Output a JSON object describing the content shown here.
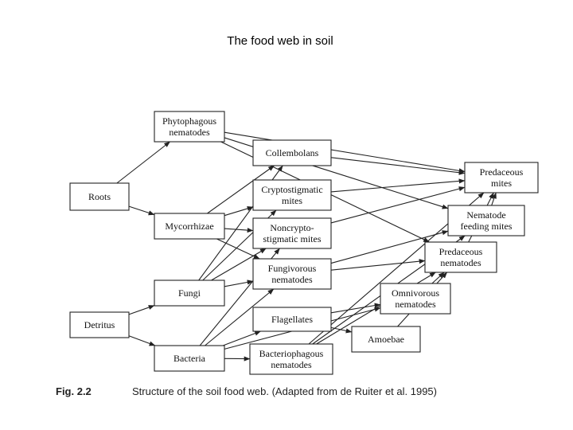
{
  "title": "The food web in soil",
  "nodes": {
    "roots": [
      "Roots"
    ],
    "detritus": [
      "Detritus"
    ],
    "phytophagous": [
      "Phytophagous",
      "nematodes"
    ],
    "mycorrhizae": [
      "Mycorrhizae"
    ],
    "fungi": [
      "Fungi"
    ],
    "bacteria": [
      "Bacteria"
    ],
    "collembolans": [
      "Collembolans"
    ],
    "crypto": [
      "Cryptostigmatic",
      "mites"
    ],
    "noncrypto": [
      "Noncrypto-",
      "stigmatic mites"
    ],
    "fungivorous": [
      "Fungivorous",
      "nematodes"
    ],
    "flagellates": [
      "Flagellates"
    ],
    "bacteriophagous": [
      "Bacteriophagous",
      "nematodes"
    ],
    "amoebae": [
      "Amoebae"
    ],
    "omnivorous": [
      "Omnivorous",
      "nematodes"
    ],
    "pred_nematodes": [
      "Predaceous",
      "nematodes"
    ],
    "nematode_mites": [
      "Nematode",
      "feeding mites"
    ],
    "pred_mites": [
      "Predaceous",
      "mites"
    ]
  },
  "edges": [
    [
      "roots",
      "phytophagous"
    ],
    [
      "roots",
      "mycorrhizae"
    ],
    [
      "detritus",
      "fungi"
    ],
    [
      "detritus",
      "bacteria"
    ],
    [
      "mycorrhizae",
      "collembolans"
    ],
    [
      "mycorrhizae",
      "crypto"
    ],
    [
      "mycorrhizae",
      "noncrypto"
    ],
    [
      "mycorrhizae",
      "fungivorous"
    ],
    [
      "fungi",
      "collembolans"
    ],
    [
      "fungi",
      "crypto"
    ],
    [
      "fungi",
      "noncrypto"
    ],
    [
      "fungi",
      "fungivorous"
    ],
    [
      "bacteria",
      "flagellates"
    ],
    [
      "bacteria",
      "bacteriophagous"
    ],
    [
      "bacteria",
      "omnivorous"
    ],
    [
      "bacteria",
      "noncrypto"
    ],
    [
      "bacteria",
      "fungivorous"
    ],
    [
      "flagellates",
      "amoebae"
    ],
    [
      "flagellates",
      "omnivorous"
    ],
    [
      "phytophagous",
      "pred_mites"
    ],
    [
      "phytophagous",
      "nematode_mites"
    ],
    [
      "phytophagous",
      "pred_nematodes"
    ],
    [
      "collembolans",
      "pred_mites"
    ],
    [
      "crypto",
      "pred_mites"
    ],
    [
      "noncrypto",
      "pred_mites"
    ],
    [
      "fungivorous",
      "nematode_mites"
    ],
    [
      "fungivorous",
      "pred_nematodes"
    ],
    [
      "bacteriophagous",
      "pred_nematodes"
    ],
    [
      "bacteriophagous",
      "nematode_mites"
    ],
    [
      "bacteriophagous",
      "pred_mites"
    ],
    [
      "amoebae",
      "pred_nematodes"
    ],
    [
      "omnivorous",
      "pred_nematodes"
    ],
    [
      "pred_nematodes",
      "pred_mites"
    ],
    [
      "nematode_mites",
      "pred_mites"
    ]
  ],
  "caption": {
    "fig_label": "Fig. 2.2",
    "text": "Structure of the soil food web. (Adapted from de Ruiter et al. 1995)"
  }
}
